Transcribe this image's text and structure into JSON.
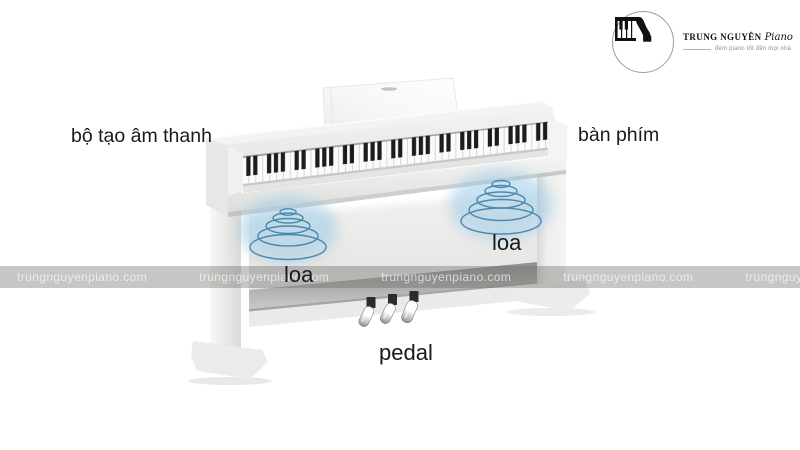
{
  "brand": {
    "name": "TRUNG NGUYÊN",
    "name_script": "Piano",
    "tagline": "đem piano tốt đến mọi nhà",
    "icon": "piano-logo-icon"
  },
  "watermark": {
    "text": "trungnguyenpiano.com"
  },
  "labels": {
    "sound_generator": "bộ tạo âm thanh",
    "keyboard": "bàn phím",
    "speaker_left": "loa",
    "speaker_right": "loa",
    "pedal": "pedal"
  },
  "illustration": {
    "subject": "white upright digital piano, three-quarter front view",
    "speaker_wave_icons": 2,
    "pedal_count": 3
  },
  "colors": {
    "background": "#ffffff",
    "speaker_wave": "#4a89ad",
    "speaker_glow": "#9ecbe6",
    "label_text": "#1a1a1a",
    "watermark_band": "rgba(105,105,103,0.38)",
    "watermark_text": "rgba(255,255,255,0.66)"
  }
}
